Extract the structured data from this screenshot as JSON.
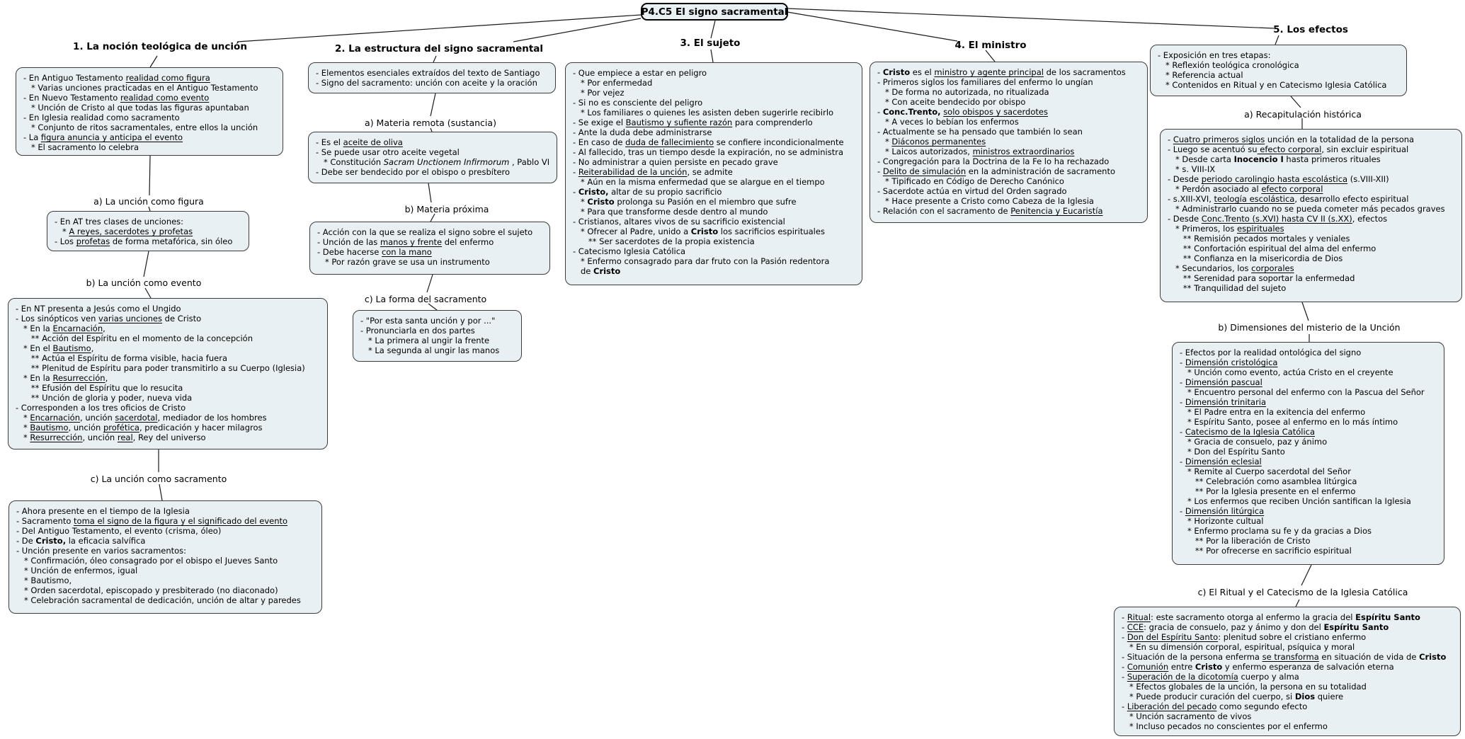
{
  "title": "P4.C5 El signo sacramental",
  "colors": {
    "node_fill": "#e9f0f3",
    "node_border": "#3c3c3c",
    "wire": "#1a1a1a"
  },
  "branches": {
    "b1": {
      "heading": "1. La noción teológica de unción",
      "main": {
        "lines": [
          "- En Antiguo Testamento [u]realidad como figura[/u]",
          "   * Varias unciones practicadas en el Antiguo Testamento",
          "- En Nuevo Testamento [u]realidad como evento[/u]",
          "   * Unción de Cristo al que todas las figuras apuntaban",
          "- En Iglesia realidad como sacramento",
          "   * Conjunto de ritos sacramentales, entre ellos la unción",
          "- La [u]figura anuncia y anticipa el evento[/u]",
          "   * El sacramento lo celebra"
        ]
      },
      "sub_a": {
        "label": "a) La unción como figura",
        "lines": [
          "- En AT tres clases de unciones:",
          "   * [u]A reyes, sacerdotes y profetas[/u]",
          "- Los [u]profetas[/u] de forma metafórica, sin óleo"
        ]
      },
      "sub_b": {
        "label": "b) La unción como evento",
        "lines": [
          "- En NT presenta a Jesús como el Ungido",
          "- Los sinópticos ven [u]varias unciones[/u] de Cristo",
          "   * En la [u]Encarnación[/u],",
          "      ** Acción del Espíritu en el momento de la concepción",
          "   * En el [u]Bautismo[/u],",
          "      ** Actúa el Espíritu de forma visible, hacia fuera",
          "      ** Plenitud de Espíritu para poder transmitirlo a su Cuerpo (Iglesia)",
          "   * En la [u]Resurrección[/u],",
          "      ** Efusión del Espíritu que lo resucita",
          "      ** Unción de gloria y poder, nueva vida",
          "- Corresponden a los tres oficios de Cristo",
          "   * [u]Encarnación[/u], unción [u]sacerdotal[/u], mediador de los hombres",
          "   * [u]Bautismo[/u], unción [u]profética[/u], predicación y hacer milagros",
          "   * [u]Resurrección[/u], unción [u]real[/u], Rey del universo"
        ]
      },
      "sub_c": {
        "label": "c) La unción como sacramento",
        "lines": [
          "- Ahora presente en el tiempo de la Iglesia",
          "- Sacramento [u]toma el signo de la figura y el significado del evento[/u]",
          "- Del Antiguo Testamento, el evento (crisma, óleo)",
          "- De [b]Cristo,[/b] la eficacia salvífica",
          "- Unción presente en varios sacramentos:",
          "   * Confirmación, óleo consagrado por el obispo el Jueves Santo",
          "   * Unción de enfermos, igual",
          "   * Bautismo,",
          "   * Orden sacerdotal, episcopado y presbiterado (no diaconado)",
          "   * Celebración sacramental de dedicación, unción de altar y paredes"
        ]
      }
    },
    "b2": {
      "heading": "2. La estructura del signo sacramental",
      "main": {
        "lines": [
          "- Elementos esenciales extraídos del texto de Santiago",
          "- Signo del sacramento: unción con aceite y la oración"
        ]
      },
      "sub_a": {
        "label": "a) Materia remota (sustancia)",
        "lines": [
          "- Es el [u]aceite de oliva[/u]",
          "- Se puede usar otro aceite vegetal",
          "   * Constitución [i]Sacram Unctionem Infirmorum[/i] , Pablo VI",
          "- Debe ser bendecido por el obispo o presbítero"
        ]
      },
      "sub_b": {
        "label": "b) Materia próxima",
        "lines": [
          "- Acción con la que se realiza el signo sobre el sujeto",
          "- Unción de las [u]manos y frente[/u] del enfermo",
          "- Debe hacerse [u]con la mano[/u]",
          "   * Por razón grave se usa un instrumento"
        ]
      },
      "sub_c": {
        "label": "c) La forma del sacramento",
        "lines": [
          "- \"Por esta santa unción y por ...\"",
          "- Pronunciarla en dos partes",
          "   * La primera al ungir la frente",
          "   * La segunda al ungir las manos"
        ]
      }
    },
    "b3": {
      "heading": "3. El sujeto",
      "main": {
        "lines": [
          "- Que empiece a estar en peligro",
          "   * Por enfermedad",
          "   * Por vejez",
          "- Si no es consciente del peligro",
          "   * Los familiares o quienes les asisten deben sugerirle recibirlo",
          "- Se exige el [u]Bautismo y sufiente razón[/u] para comprenderlo",
          "- Ante la duda debe administrarse",
          "- En caso de [u]duda de fallecimiento[/u] se confiere incondicionalmente",
          "- Al fallecido, tras un tiempo desde la expiración, no se administra",
          "- No administrar a quien persiste en pecado grave",
          "- [u]Reiterabilidad de la unción[/u], se admite",
          "   * Aún en la misma enfermedad que se alargue en el tiempo",
          "- [b]Cristo,[/b] altar de su propio sacrificio",
          "   * [b]Cristo[/b] prolonga su Pasión en el miembro que sufre",
          "   * Para que transforme desde dentro al mundo",
          "- Cristianos, altares vivos de su sacrificio existencial",
          "   * Ofrecer al Padre, unido a [b]Cristo[/b] los sacrificios espirituales",
          "      ** Ser sacerdotes de la propia existencia",
          "- Catecismo Iglesia Católica",
          "   * Enfermo consagrado para dar fruto con la Pasión redentora",
          "   de [b]Cristo[/b]"
        ]
      }
    },
    "b4": {
      "heading": "4. El ministro",
      "main": {
        "lines": [
          "- [b]Cristo[/b] es el [u]ministro y agente principal[/u] de los sacramentos",
          "- Primeros siglos los familiares del enfermo lo ungían",
          "   * De forma no autorizada, no ritualizada",
          "   * Con aceite bendecido por obispo",
          "- [b]Conc.Trento,[/b] [u]solo obispos y sacerdotes[/u]",
          "   * A veces lo bebían los enfermos",
          "- Actualmente se ha pensado que también lo sean",
          "   * [u]Diáconos permanentes[/u]",
          "   * Laicos autorizados, [u]ministros extraordinarios[/u]",
          "- Congregación para la Doctrina de la Fe lo ha rechazado",
          "- [u]Delito de simulación[/u] en la administración de sacramento",
          "   * Tipificado en Código de Derecho Canónico",
          "- Sacerdote actúa en virtud del Orden sagrado",
          "   * Hace presente a Cristo como Cabeza de la Iglesia",
          "- Relación con el sacramento de [u]Penitencia y Eucaristía[/u]"
        ]
      }
    },
    "b5": {
      "heading": "5. Los efectos",
      "main": {
        "lines": [
          "- Exposición en tres etapas:",
          "   * Reflexión teológica cronológica",
          "   * Referencia actual",
          "   * Contenidos en Ritual y en Catecismo Iglesia Católica"
        ]
      },
      "sub_a": {
        "label": "a) Recapitulación histórica",
        "lines": [
          "- [u]Cuatro primeros siglos[/u] unción en la totalidad de la persona",
          "- Luego se acentuó su[u] efecto corporal[/u], sin excluir espiritual",
          "   * Desde carta [b]Inocencio I[/b] hasta primeros rituales",
          "   * s. VIII-IX",
          "- Desde [u]periodo carolingio hasta escolástica[/u] (s.VIII-XII)",
          "   * Perdón asociado al [u]efecto corporal[/u]",
          "- s.XIII-XVI, [u]teología escolástica[/u], desarrollo efecto espiritual",
          "   * Administrarlo cuando no se pueda cometer más pecados graves",
          "- Desde [u]Conc.Trento (s.XVI) hasta CV II (s.XX)[/u], efectos",
          "   * Primeros, los [u]espirituales[/u]",
          "      ** Remisión pecados mortales y veniales",
          "      ** Confortación espiritual del alma del enfermo",
          "      ** Confianza en la misericordia de Dios",
          "   * Secundarios, los [u]corporales[/u]",
          "      ** Serenidad para soportar la enfermedad",
          "      ** Tranquilidad del sujeto"
        ]
      },
      "sub_b": {
        "label": "b) Dimensiones del misterio de la Unción",
        "lines": [
          "- Efectos por la realidad ontológica del signo",
          "- [u]Dimensión cristológica[/u]",
          "   * Unción como evento, actúa Cristo en el creyente",
          "- [u]Dimensión pascual[/u]",
          "   * Encuentro personal del enfermo con la Pascua del Señor",
          "- [u]Dimensión trinitaria[/u]",
          "   * El Padre entra en la exitencia del enfermo",
          "   * Espíritu Santo, posee al enfermo en lo más íntimo",
          "- [u]Catecismo de la Iglesia Católica[/u]",
          "   * Gracia de consuelo, paz y ánimo",
          "   * Don del Espíritu Santo",
          "- [u]Dimensión eclesial[/u]",
          "   * Remite al Cuerpo sacerdotal del Señor",
          "      ** Celebración como asamblea litúrgica",
          "      ** Por la Iglesia presente en el enfermo",
          "   * Los enfermos que reciben Unción santifican la Iglesia",
          "- [u]Dimensión litúrgica[/u]",
          "   * Horizonte cultual",
          "   * Enfermo proclama su fe y da gracias a Dios",
          "      ** Por la liberación de Cristo",
          "      ** Por ofrecerse en sacrificio espiritual"
        ]
      },
      "sub_c": {
        "label": "c) El Ritual y el Catecismo de la Iglesia Católica",
        "lines": [
          "- [u]Ritual[/u]: este sacramento otorga al enfermo la gracia del [b]Espíritu Santo[/b]",
          "- [u]CCE[/u]: gracia de consuelo, paz y ánimo y don del [b]Espíritu Santo[/b]",
          "- [u]Don del Espíritu Santo[/u]: plenitud sobre el cristiano enfermo",
          "   * En su dimensión corporal, espiritual, psíquica y moral",
          "- Situación de la persona enferma [u]se transforma[/u] en situación de vida de [b]Cristo[/b]",
          "- [u]Comunión[/u] entre [b]Cristo[/b] y enfermo esperanza de salvación eterna",
          "- [u]Superación de la dicotomía[/u] cuerpo y alma",
          "   * Efectos globales de la unción, la persona en su totalidad",
          "   * Puede producir curación del cuerpo, si [b]Dios[/b] quiere",
          "- [u]Liberación del pecado[/u] como segundo efecto",
          "   * Unción sacramento de vivos",
          "   * Incluso pecados no conscientes por el enfermo"
        ]
      }
    }
  }
}
